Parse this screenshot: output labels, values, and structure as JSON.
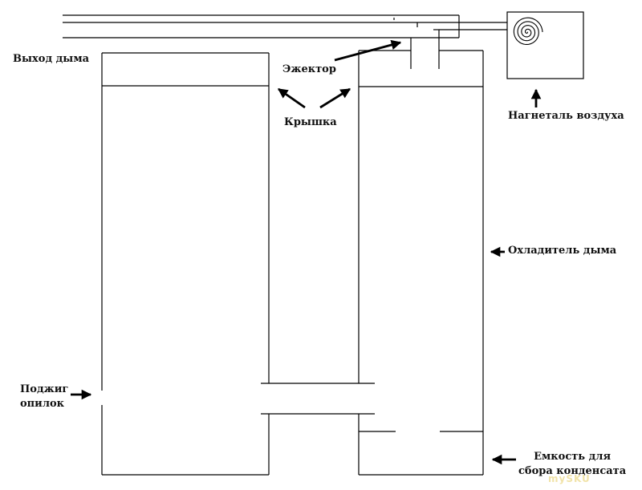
{
  "labels": {
    "smoke_outlet": "Выход дыма",
    "ejector": "Эжектор",
    "lid": "Крышка",
    "blower": "Нагнеталь воздуха",
    "cooler": "Охладитель дыма",
    "ignition_line1": "Поджиг",
    "ignition_line2": "опилок",
    "condensate_line1": "Емкость для",
    "condensate_line2": "сбора конденсата"
  },
  "watermark": "mySKU",
  "icons": {
    "blower": "spiral-fan-icon",
    "pointer": "arrow-icon"
  },
  "colors": {
    "line": "#000000",
    "text": "#111111",
    "background": "#ffffff"
  }
}
